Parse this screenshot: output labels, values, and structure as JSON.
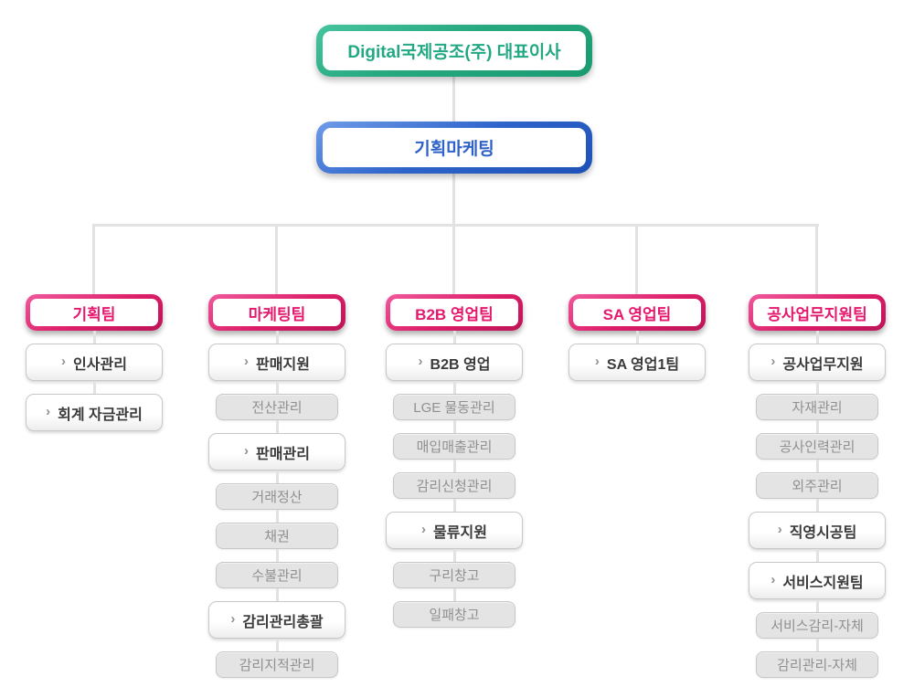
{
  "ui": {
    "chevron_icon": "›"
  },
  "org_chart": {
    "root": "Digital국제공조(주) 대표이사",
    "division": "기획마케팅",
    "teams": [
      {
        "id": "planning",
        "name": "기획팀",
        "items": [
          {
            "label": "인사관리",
            "style": "link"
          },
          {
            "label": "회계 자금관리",
            "style": "link"
          }
        ]
      },
      {
        "id": "marketing",
        "name": "마케팅팀",
        "items": [
          {
            "label": "판매지원",
            "style": "link"
          },
          {
            "label": "전산관리",
            "style": "plain"
          },
          {
            "label": "판매관리",
            "style": "link"
          },
          {
            "label": "거래정산",
            "style": "plain"
          },
          {
            "label": "채권",
            "style": "plain"
          },
          {
            "label": "수불관리",
            "style": "plain"
          },
          {
            "label": "감리관리총괄",
            "style": "link"
          },
          {
            "label": "감리지적관리",
            "style": "plain"
          }
        ]
      },
      {
        "id": "b2b-sales",
        "name": "B2B 영업팀",
        "items": [
          {
            "label": "B2B 영업",
            "style": "link"
          },
          {
            "label": "LGE 물동관리",
            "style": "plain"
          },
          {
            "label": "매입매출관리",
            "style": "plain"
          },
          {
            "label": "감리신청관리",
            "style": "plain"
          },
          {
            "label": "물류지원",
            "style": "link"
          },
          {
            "label": "구리창고",
            "style": "plain"
          },
          {
            "label": "일패창고",
            "style": "plain"
          }
        ]
      },
      {
        "id": "sa-sales",
        "name": "SA 영업팀",
        "items": [
          {
            "label": "SA 영업1팀",
            "style": "link"
          }
        ]
      },
      {
        "id": "construction-support",
        "name": "공사업무지원팀",
        "items": [
          {
            "label": "공사업무지원",
            "style": "link"
          },
          {
            "label": "자재관리",
            "style": "plain"
          },
          {
            "label": "공사인력관리",
            "style": "plain"
          },
          {
            "label": "외주관리",
            "style": "plain"
          },
          {
            "label": "직영시공팀",
            "style": "link"
          },
          {
            "label": "서비스지원팀",
            "style": "link"
          },
          {
            "label": "서비스감리-자체",
            "style": "plain"
          },
          {
            "label": "감리관리-자체",
            "style": "plain"
          }
        ]
      }
    ],
    "colors": {
      "root_accent": "#23a884",
      "division_accent": "#2e62c8",
      "team_accent": "#e4196e",
      "link_text": "#3a3a3a",
      "plain_text": "#909090",
      "connector": "#e2e2e2"
    }
  }
}
